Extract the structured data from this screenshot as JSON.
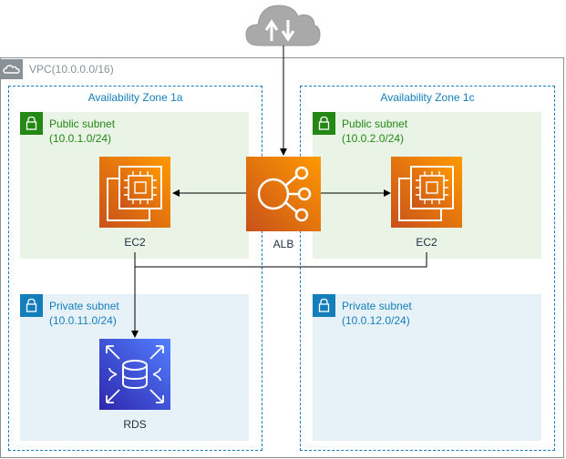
{
  "vpc": {
    "label": "VPC(10.0.0.0/16)"
  },
  "zones": [
    {
      "label": "Availability Zone 1a",
      "public_subnet": {
        "name": "Public subnet",
        "cidr": "(10.0.1.0/24)"
      },
      "private_subnet": {
        "name": "Private subnet",
        "cidr": "(10.0.11.0/24)"
      }
    },
    {
      "label": "Availability Zone 1c",
      "public_subnet": {
        "name": "Public subnet",
        "cidr": "(10.0.2.0/24)"
      },
      "private_subnet": {
        "name": "Private subnet",
        "cidr": "(10.0.12.0/24)"
      }
    }
  ],
  "resources": {
    "ec2_a": "EC2",
    "ec2_c": "EC2",
    "alb": "ALB",
    "rds": "RDS"
  },
  "colors": {
    "compute": "#ed7100",
    "database": "#3b48cc",
    "public": "#248814",
    "private": "#147eba",
    "vpc": "#879196"
  }
}
